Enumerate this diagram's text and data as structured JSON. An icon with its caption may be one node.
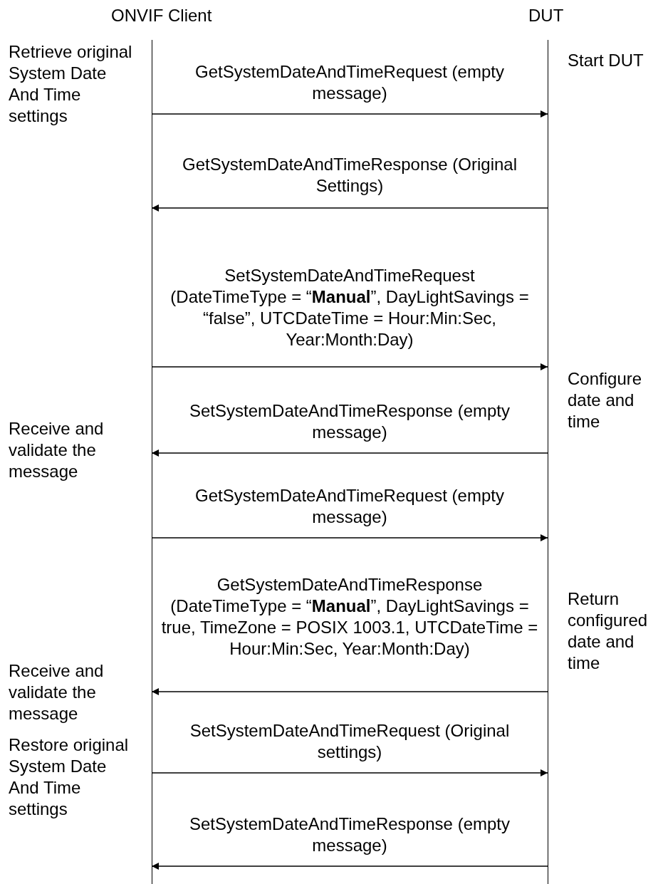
{
  "diagram": {
    "nodes": [
      {
        "text": [
          "ONVIF Client"
        ]
      },
      {
        "text": [
          "DUT"
        ]
      }
    ],
    "edges": [
      {
        "from": 0,
        "to": 1,
        "arrow": "to",
        "label": "GetSystemDateAndTimeRequest (empty message)"
      },
      {
        "from": 1,
        "to": 0,
        "arrow": "to",
        "label": "GetSystemDateAndTimeResponse (Original Settings)"
      },
      {
        "from": 0,
        "to": 1,
        "arrow": "to",
        "label": "SetSystemDateAndTimeRequest (DateTimeType = “**Manual**”, DayLightSavings = “false”, UTCDateTime = Hour:Min:Sec, Year:Month:Day)"
      },
      {
        "from": 1,
        "to": 0,
        "arrow": "to",
        "label": "SetSystemDateAndTimeResponse (empty message)"
      },
      {
        "from": 0,
        "to": 1,
        "arrow": "to",
        "label": "GetSystemDateAndTimeRequest (empty message)"
      },
      {
        "from": 1,
        "to": 0,
        "arrow": "to",
        "label": "GetSystemDateAndTimeResponse (DateTimeType = “**Manual**”, DayLightSavings = true, TimeZone = POSIX 1003.1, UTCDateTime = Hour:Min:Sec, Year:Month:Day)"
      },
      {
        "from": 0,
        "to": 1,
        "arrow": "to",
        "label": "SetSystemDateAndTimeRequest (Original settings)"
      },
      {
        "from": 1,
        "to": 0,
        "arrow": "to",
        "label": "SetSystemDateAndTimeResponse (empty message)"
      }
    ],
    "labels": [
      "Retrieve original System Date And Time settings",
      "Start DUT",
      "Configure date and time",
      "Receive and validate the message",
      "Return configured date and time",
      "Receive and validate the message",
      "Restore original System Date And Time settings"
    ]
  }
}
